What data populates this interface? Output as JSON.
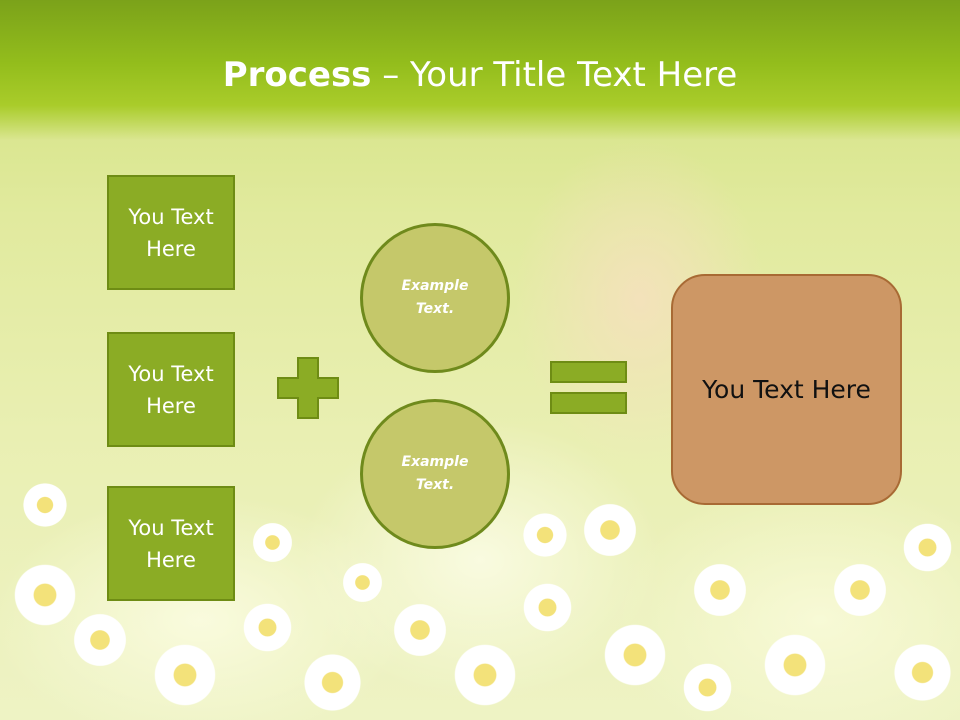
{
  "title": {
    "bold": "Process",
    "rest": " – Your Title Text Here"
  },
  "left_boxes": [
    {
      "label": "You Text Here"
    },
    {
      "label": "You Text Here"
    },
    {
      "label": "You Text Here"
    }
  ],
  "circles": [
    {
      "label": "Example Text."
    },
    {
      "label": "Example Text."
    }
  ],
  "result": {
    "label": "You Text Here"
  },
  "colors": {
    "title_band": "#93bd1c",
    "box": "#8bac25",
    "circle": "#c5c86a",
    "result": "#cd9765"
  },
  "icons": {
    "operator_1": "plus-icon",
    "operator_2": "equals-icon"
  }
}
